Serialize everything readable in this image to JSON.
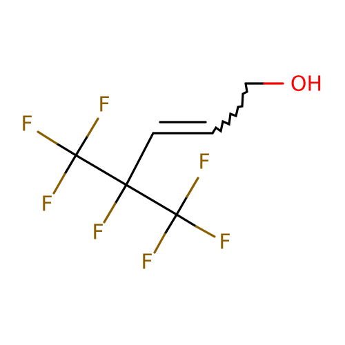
{
  "colors": {
    "background": "#ffffff",
    "carbon_bond": "#000000",
    "fluorine": "#8b5e00",
    "oxygen": "#ff0000"
  },
  "atoms": {
    "f_top": "F",
    "f_left": "F",
    "f_left_lower": "F",
    "f_center": "F",
    "f_right_upper": "F",
    "f_right_lower": "F",
    "f_bottom": "F",
    "hydroxyl": "OH"
  }
}
